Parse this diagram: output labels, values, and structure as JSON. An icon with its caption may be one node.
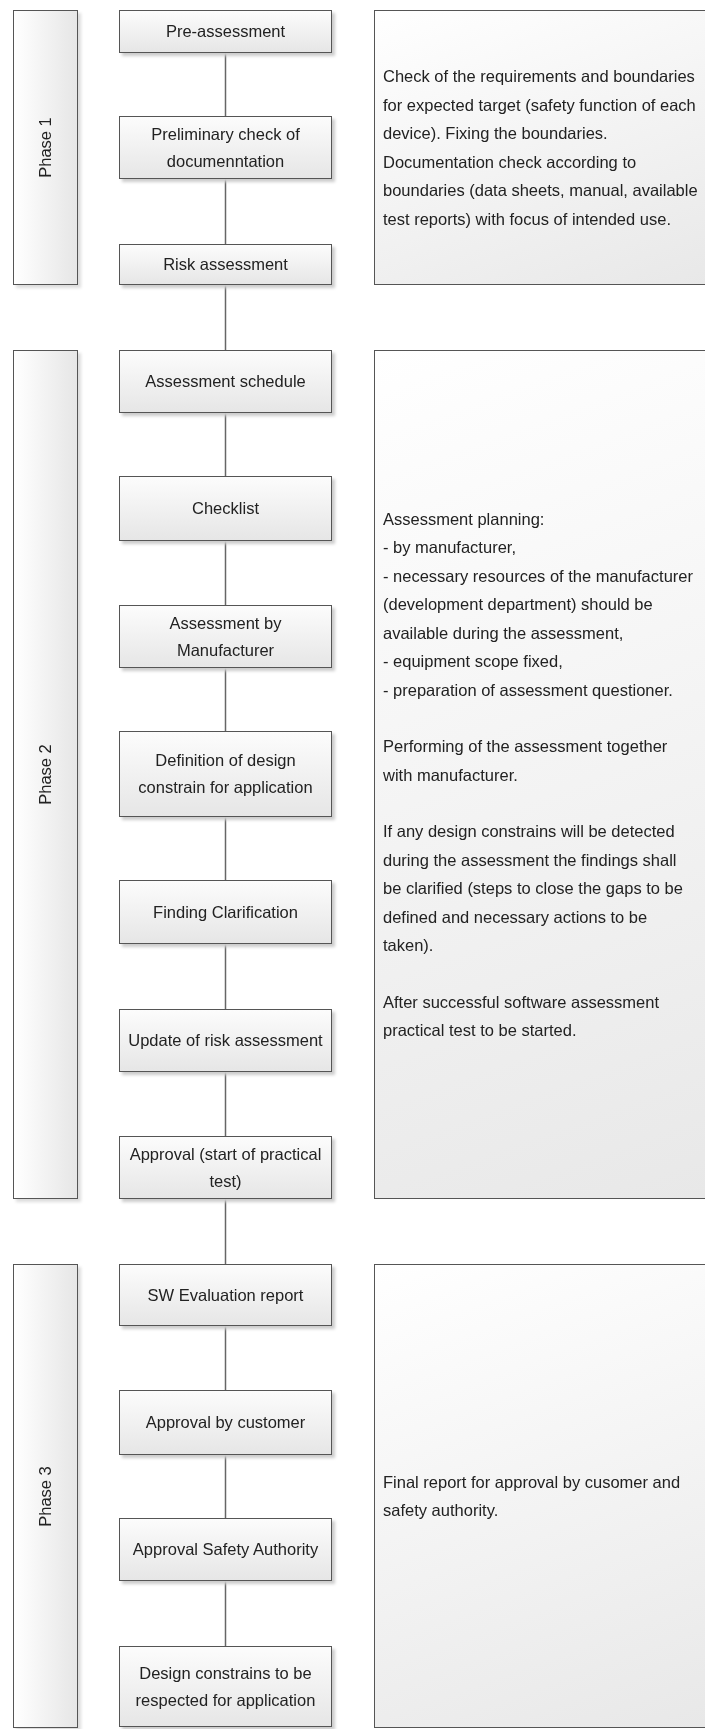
{
  "diagram": {
    "nodes": [
      {
        "text": [
          "Phase 1"
        ]
      },
      {
        "text": [
          "Pre-assessment"
        ]
      },
      {
        "text": [
          "Preliminary check of documenntation"
        ]
      },
      {
        "text": [
          "Risk assessment"
        ]
      },
      {
        "text": [
          "Check of the requirements and boundaries for expected target (safety function of each device). Fixing the boundaries. Documentation check according to boundaries (data sheets, manual, available test reports) with focus of intended use."
        ]
      },
      {
        "text": [
          "Phase 2"
        ]
      },
      {
        "text": [
          "Assessment schedule"
        ]
      },
      {
        "text": [
          "Checklist"
        ]
      },
      {
        "text": [
          "Assessment by Manufacturer"
        ]
      },
      {
        "text": [
          "Definition of design constrain for application"
        ]
      },
      {
        "text": [
          "Finding Clarification"
        ]
      },
      {
        "text": [
          "Update of risk assessment"
        ]
      },
      {
        "text": [
          "Approval (start of practical test)"
        ]
      },
      {
        "text": [
          "Assessment planning:",
          "- by manufacturer,",
          "- necessary resources of the manufacturer (development department) should be available during the assessment,",
          "- equipment scope fixed,",
          "- preparation of assessment questioner.",
          "Performing of the assessment together with manufacturer.",
          "If any design constrains will be detected during the assessment the findings shall be clarified (steps to close the gaps to be defined and necessary actions to be taken).",
          "After successful software assessment practical test to be started."
        ]
      },
      {
        "text": [
          "Phase 3"
        ]
      },
      {
        "text": [
          "SW Evaluation report"
        ]
      },
      {
        "text": [
          "Approval by customer"
        ]
      },
      {
        "text": [
          "Approval Safety Authority"
        ]
      },
      {
        "text": [
          "Design constrains to be respected for application"
        ]
      },
      {
        "text": [
          "Final report for approval by cusomer and safety authority."
        ]
      }
    ],
    "edges": [
      {
        "from": 1,
        "to": 2,
        "arrow": "none"
      },
      {
        "from": 2,
        "to": 3,
        "arrow": "none"
      },
      {
        "from": 3,
        "to": 6,
        "arrow": "none"
      },
      {
        "from": 6,
        "to": 7,
        "arrow": "none"
      },
      {
        "from": 7,
        "to": 8,
        "arrow": "none"
      },
      {
        "from": 8,
        "to": 9,
        "arrow": "none"
      },
      {
        "from": 9,
        "to": 10,
        "arrow": "none"
      },
      {
        "from": 10,
        "to": 11,
        "arrow": "none"
      },
      {
        "from": 11,
        "to": 12,
        "arrow": "none"
      },
      {
        "from": 12,
        "to": 15,
        "arrow": "none"
      },
      {
        "from": 15,
        "to": 16,
        "arrow": "none"
      },
      {
        "from": 16,
        "to": 17,
        "arrow": "none"
      },
      {
        "from": 17,
        "to": 18,
        "arrow": "none"
      }
    ]
  }
}
